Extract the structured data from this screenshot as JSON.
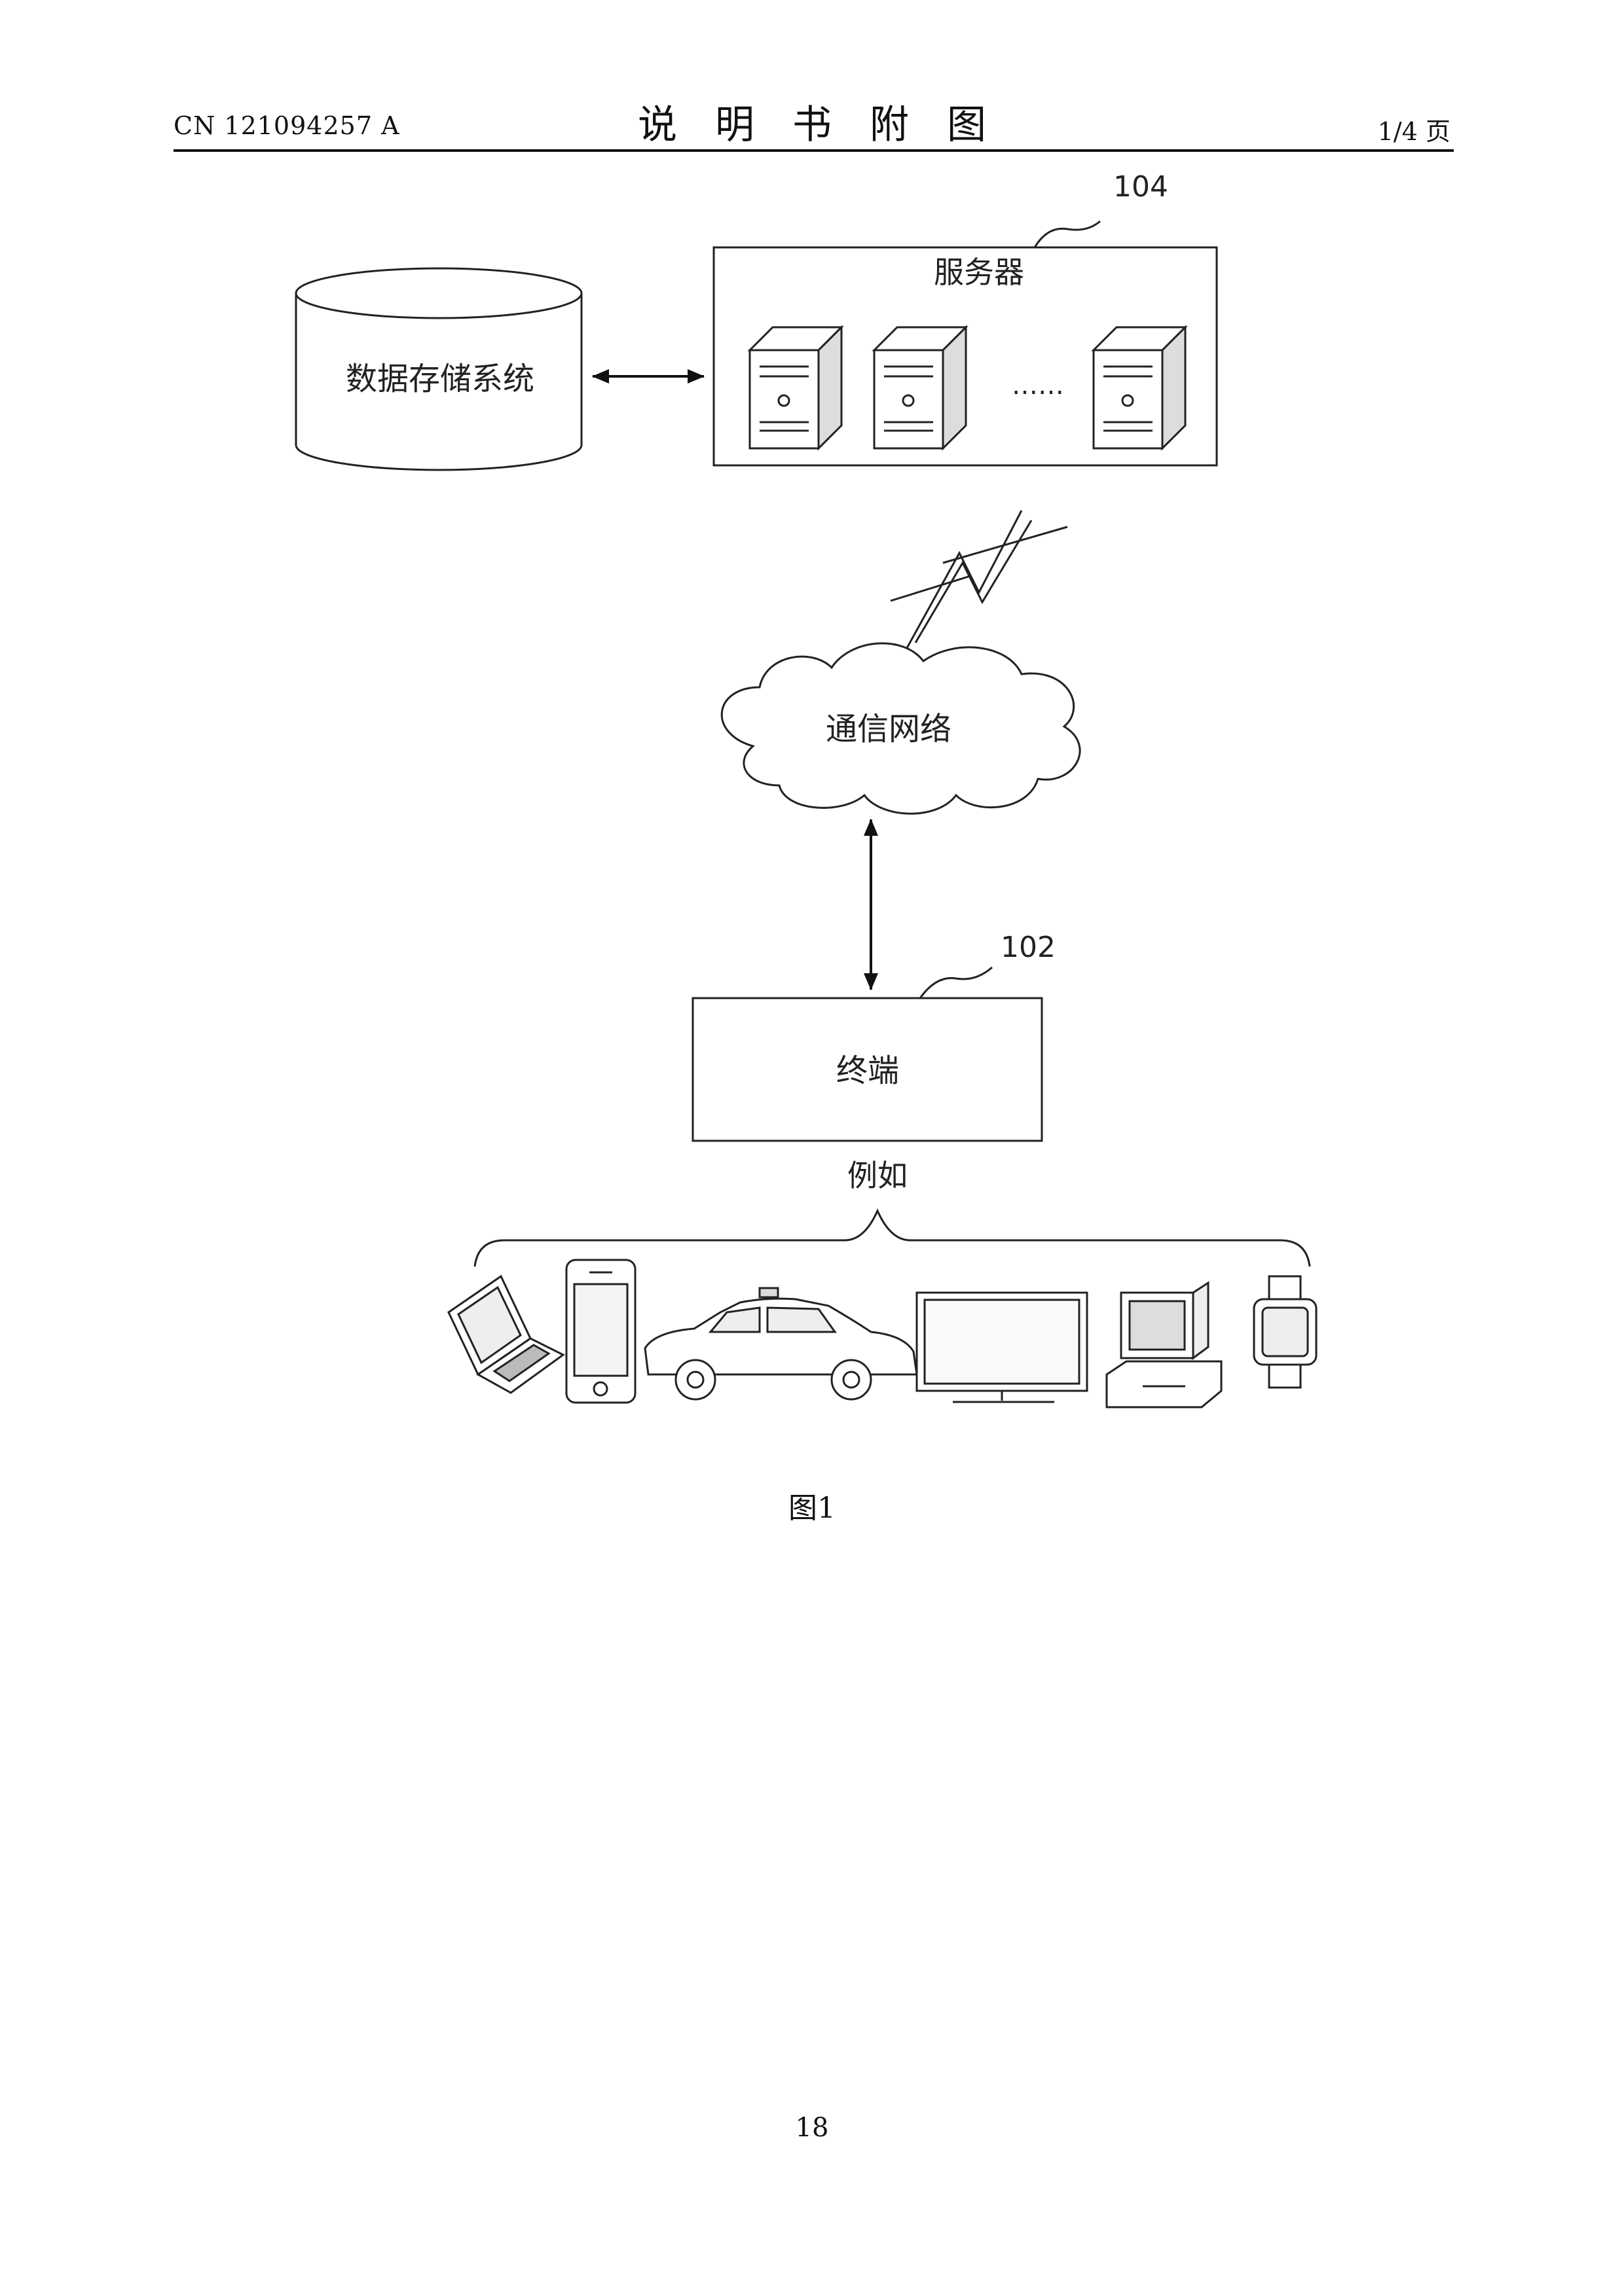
{
  "header": {
    "doc_number": "CN 121094257 A",
    "title": "说明书附图",
    "page_ratio": "1/4 页"
  },
  "diagram": {
    "server_ref": "104",
    "server_label": "服务器",
    "server_ellipsis": "……",
    "storage_label": "数据存储系统",
    "network_label": "通信网络",
    "terminal_ref": "102",
    "terminal_label": "终端",
    "example_label": "例如",
    "devices": [
      "laptop-icon",
      "smartphone-icon",
      "car-icon",
      "monitor-icon",
      "desktop-computer-icon",
      "smartwatch-icon"
    ]
  },
  "figure_caption": "图1",
  "page_number": "18"
}
